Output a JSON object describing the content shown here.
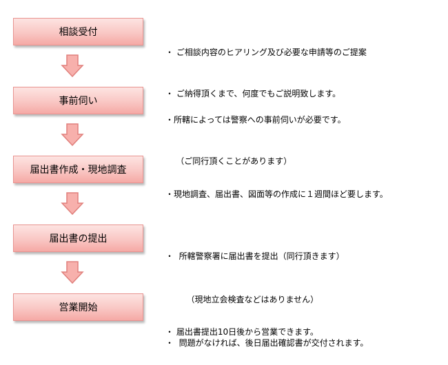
{
  "steps": [
    {
      "label": "相談受付",
      "lines": [
        "・ ご相談内容のヒアリング及び必要な申請等のご提案",
        "・ ご納得頂くまで、何度でもご説明致します。"
      ]
    },
    {
      "label": "事前伺い",
      "lines": [
        "・所轄によっては警察への事前伺いが必要です。",
        "    （ご同行頂くことがあります）"
      ]
    },
    {
      "label": "届出書作成・現地調査",
      "lines": [
        "・現地調査、届出書、図面等の作成に１週間ほど要します。"
      ]
    },
    {
      "label": "届出書の提出",
      "lines": [
        "・  所轄警察署に届出書を提出（同行頂きます）",
        "        （現地立会検査などはありません）",
        "・  問題がなければ、後日届出確認書が交付されます。"
      ]
    },
    {
      "label": "営業開始",
      "lines": [
        "・ 届出書提出10日後から営業できます。"
      ]
    }
  ],
  "colors": {
    "box_border": "#e8928f",
    "box_fill": "#f9c7c4",
    "arrow_fill": "#f7b0ac",
    "arrow_border": "#e07f7b"
  }
}
